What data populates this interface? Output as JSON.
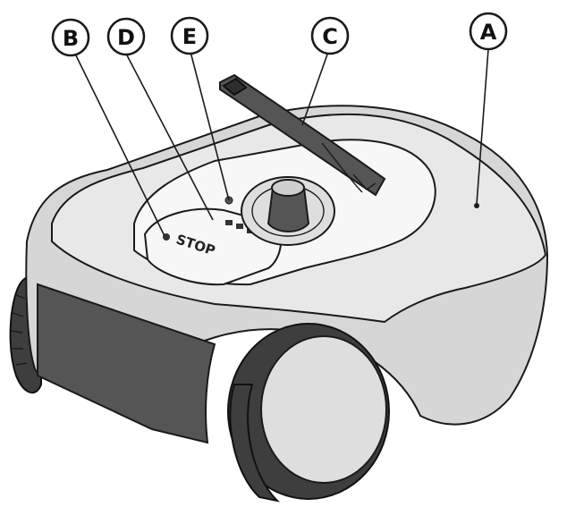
{
  "callouts": [
    {
      "id": "B",
      "label": "B"
    },
    {
      "id": "D",
      "label": "D"
    },
    {
      "id": "E",
      "label": "E"
    },
    {
      "id": "C",
      "label": "C"
    },
    {
      "id": "A",
      "label": "A"
    }
  ],
  "keypad": {
    "stop_label": "STOP"
  }
}
